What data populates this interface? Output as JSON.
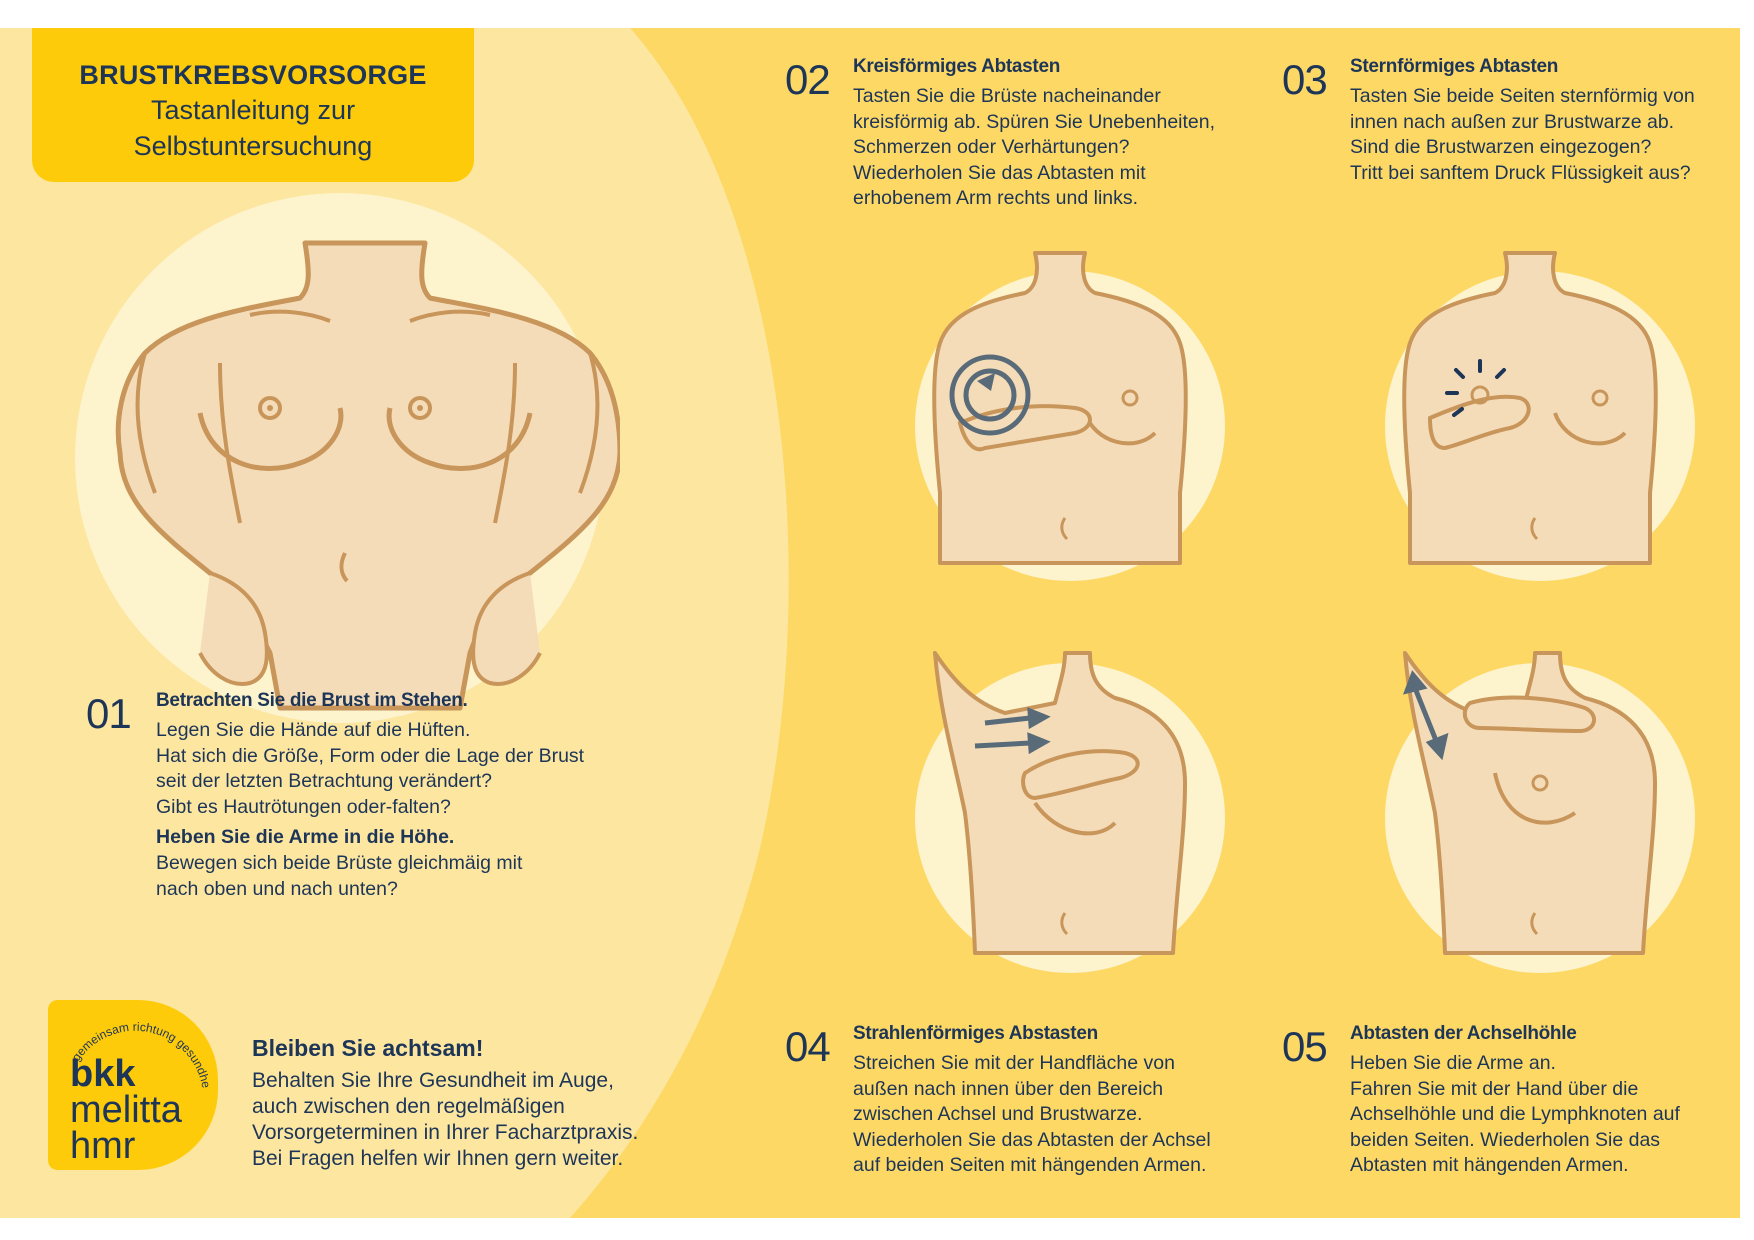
{
  "header": {
    "title": "BRUSTKREBSVORSORGE",
    "subtitle_line1": "Tastanleitung zur",
    "subtitle_line2": "Selbstuntersuchung"
  },
  "steps": [
    {
      "number": "01",
      "heading": "Betrachten Sie die Brust im Stehen.",
      "lines": [
        "Legen Sie die Hände auf die Hüften.",
        "Hat sich die Größe, Form oder die Lage der Brust",
        "seit der letzten Betrachtung verändert?",
        "Gibt es Hautrötungen oder-falten?"
      ],
      "subheading": "Heben Sie die Arme in die Höhe.",
      "sublines": [
        "Bewegen sich beide Brüste gleichmäig mit",
        "nach oben und nach unten?"
      ]
    },
    {
      "number": "02",
      "heading": "Kreisförmiges Abtasten",
      "lines": [
        "Tasten Sie die Brüste nacheinander",
        "kreisförmig ab. Spüren Sie Unebenheiten,",
        "Schmerzen oder Verhärtungen?",
        "Wiederholen Sie das Abtasten mit",
        "erhobenem Arm rechts und links."
      ]
    },
    {
      "number": "03",
      "heading": "Sternförmiges Abtasten",
      "lines": [
        "Tasten Sie beide Seiten sternförmig von",
        "innen nach außen zur Brustwarze ab.",
        "Sind die Brustwarzen eingezogen?",
        "Tritt bei sanftem Druck Flüssigkeit aus?"
      ]
    },
    {
      "number": "04",
      "heading": "Strahlenförmiges Abstasten",
      "lines": [
        "Streichen Sie mit der Handfläche von",
        "außen nach innen über den Bereich",
        "zwischen Achsel und Brustwarze.",
        "Wiederholen Sie das Abtasten der Achsel",
        "auf beiden Seiten mit hängenden Armen."
      ]
    },
    {
      "number": "05",
      "heading": "Abtasten der Achselhöhle",
      "lines": [
        "Heben Sie die Arme an.",
        "Fahren Sie mit der Hand über die",
        "Achselhöhle und die Lymphknoten auf",
        "beiden Seiten. Wiederholen Sie das",
        "Abtasten mit hängenden Armen."
      ]
    }
  ],
  "reminder": {
    "heading": "Bleiben Sie achtsam!",
    "lines": [
      "Behalten Sie Ihre Gesundheit im Auge,",
      "auch zwischen den regelmäßigen",
      "Vorsorgeterminen in Ihrer Facharztpraxis.",
      "Bei Fragen helfen wir Ihnen gern weiter."
    ]
  },
  "logo": {
    "line1": "bkk",
    "line2": "melitta",
    "line3": "hmr",
    "arc_text": "gemeinsam richtung gesundheit"
  },
  "colors": {
    "background_right": "#fdd865",
    "background_left": "#fde6a0",
    "title_box": "#fecb0a",
    "text_navy": "#1d3557",
    "skin": "#f5dcb8",
    "outline": "#c8955a",
    "circle_light": "#fdf0c8",
    "arrow": "#596b78"
  }
}
